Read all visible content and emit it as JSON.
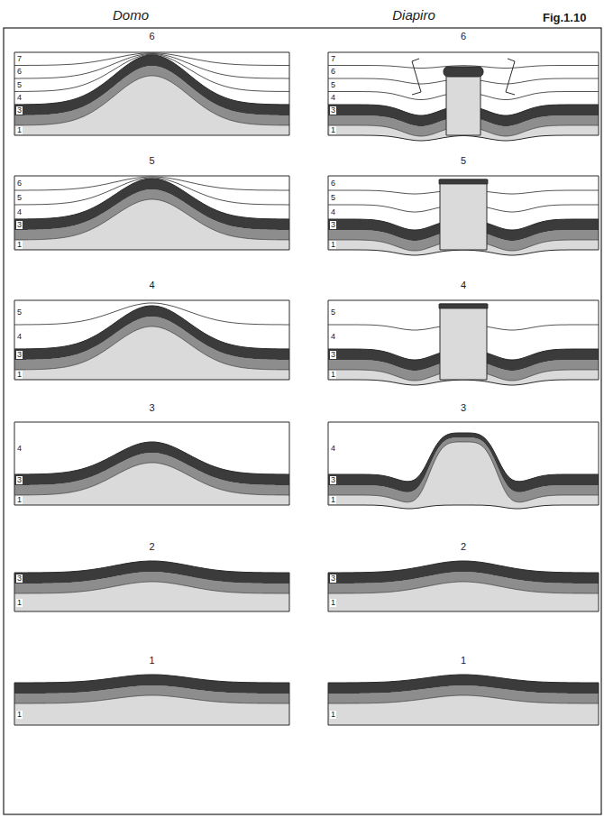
{
  "diagram": {
    "labels": [
      "Domo",
      "Diapiro",
      "Fig.1.10",
      "6",
      "7",
      "6",
      "5",
      "4",
      "3",
      "1",
      "6",
      "7",
      "6",
      "5",
      "4",
      "3",
      "1",
      "5",
      "6",
      "5",
      "4",
      "3",
      "1",
      "5",
      "6",
      "5",
      "4",
      "3",
      "1",
      "4",
      "5",
      "4",
      "3",
      "1",
      "4",
      "5",
      "4",
      "3",
      "1",
      "3",
      "4",
      "3",
      "1",
      "3",
      "4",
      "3",
      "1",
      "2",
      "3",
      "1",
      "2",
      "3",
      "1",
      "1",
      "1",
      "1",
      "1"
    ]
  }
}
